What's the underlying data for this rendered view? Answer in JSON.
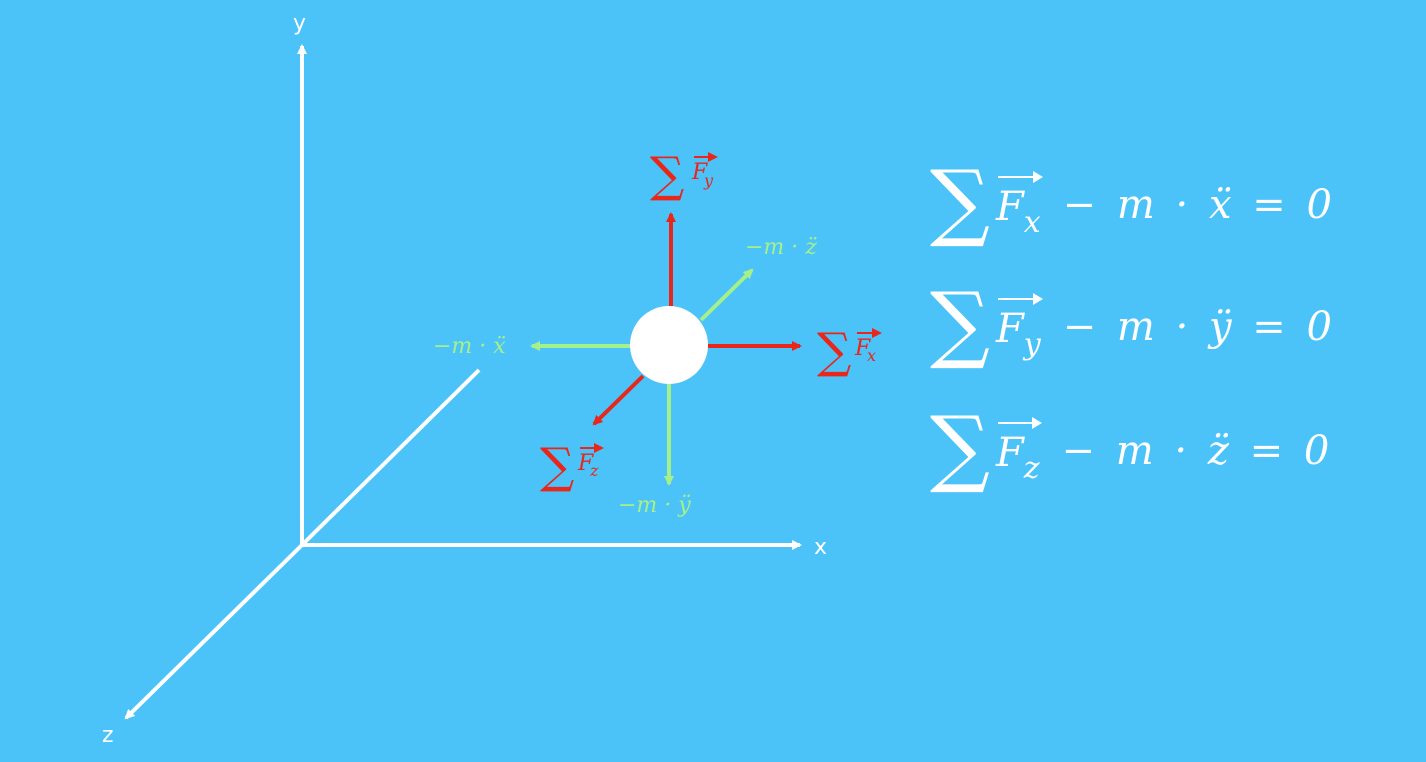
{
  "axes": {
    "x_label": "x",
    "y_label": "y",
    "z_label": "z"
  },
  "forces": {
    "fx": {
      "sigma": "∑",
      "symbol": "F",
      "sub": "x"
    },
    "fy": {
      "sigma": "∑",
      "symbol": "F",
      "sub": "y"
    },
    "fz": {
      "sigma": "∑",
      "symbol": "F",
      "sub": "z"
    }
  },
  "inertia": {
    "x_label": "−m · ẍ",
    "y_label": "−m · ÿ",
    "z_label": "−m · z̈"
  },
  "equations": [
    {
      "sigma": "∑",
      "symbol": "F",
      "sub": "x",
      "rest": "− m · ẍ = 0"
    },
    {
      "sigma": "∑",
      "symbol": "F",
      "sub": "y",
      "rest": "− m · ÿ = 0"
    },
    {
      "sigma": "∑",
      "symbol": "F",
      "sub": "z",
      "rest": "− m · z̈ = 0"
    }
  ],
  "colors": {
    "background": "#4bc3f8",
    "force": "#e8261a",
    "inertia": "#a6f08a",
    "axes": "#ffffff"
  }
}
